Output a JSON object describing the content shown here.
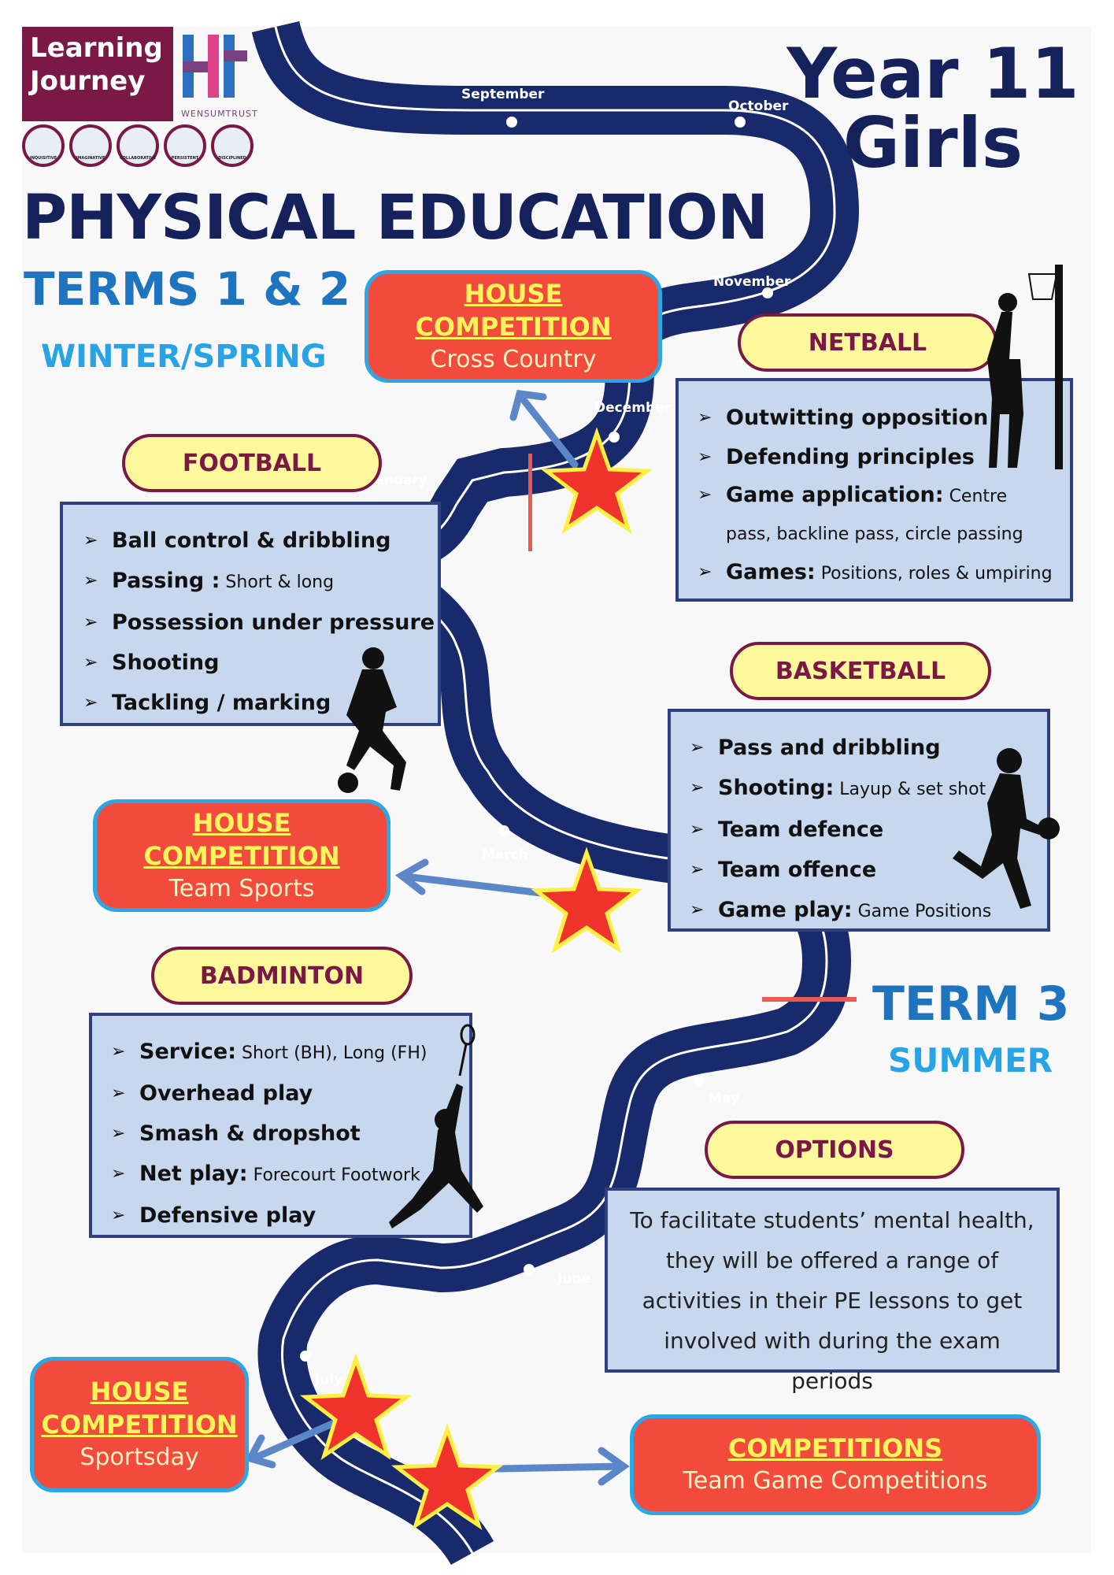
{
  "logo": {
    "line1": "Learning",
    "line2": "Journey",
    "trust_name": "WENSUMTRUST"
  },
  "values": [
    "INQUISITIVE",
    "IMAGINATIVE",
    "COLLABORATIVE",
    "PERSISTENT",
    "DISCIPLINED"
  ],
  "header": {
    "year_line1": "Year 11",
    "year_line2": "Girls",
    "title": "PHYSICAL EDUCATION",
    "terms": "TERMS 1 & 2",
    "season": "WINTER/SPRING",
    "term3": "TERM 3",
    "summer": "SUMMER"
  },
  "months": {
    "september": "September",
    "october": "October",
    "november": "November",
    "december": "December",
    "january": "January",
    "march": "March",
    "may": "May",
    "june": "June",
    "july": "July"
  },
  "competitions": {
    "cross_country": {
      "title": "HOUSE COMPETITION",
      "subtitle": "Cross Country"
    },
    "team_sports": {
      "title": "HOUSE COMPETITION",
      "subtitle": "Team Sports"
    },
    "sportsday": {
      "title_line1": "HOUSE",
      "title_line2": "COMPETITION",
      "subtitle": "Sportsday"
    },
    "competitions": {
      "title": "COMPETITIONS",
      "subtitle": "Team Game Competitions"
    }
  },
  "netball": {
    "label": "NETBALL",
    "items": [
      {
        "bold": "Outwitting opposition",
        "rest": ""
      },
      {
        "bold": "Defending principles",
        "rest": ""
      },
      {
        "bold": "Game application:",
        "rest": " Centre pass, backline pass, circle passing"
      },
      {
        "bold": "Games:",
        "rest": " Positions, roles & umpiring"
      }
    ]
  },
  "football": {
    "label": "FOOTBALL",
    "items": [
      {
        "bold": "Ball control & dribbling",
        "rest": ""
      },
      {
        "bold": "Passing :",
        "rest": " Short & long"
      },
      {
        "bold": "Possession under pressure",
        "rest": ""
      },
      {
        "bold": "Shooting",
        "rest": ""
      },
      {
        "bold": "Tackling / marking",
        "rest": ""
      }
    ]
  },
  "basketball": {
    "label": "BASKETBALL",
    "items": [
      {
        "bold": "Pass and dribbling",
        "rest": ""
      },
      {
        "bold": "Shooting:",
        "rest": " Layup & set shot"
      },
      {
        "bold": "Team defence",
        "rest": ""
      },
      {
        "bold": "Team offence",
        "rest": ""
      },
      {
        "bold": "Game play:",
        "rest": " Game Positions"
      }
    ]
  },
  "badminton": {
    "label": "BADMINTON",
    "items": [
      {
        "bold": "Service:",
        "rest": " Short (BH), Long (FH)"
      },
      {
        "bold": "Overhead play",
        "rest": ""
      },
      {
        "bold": "Smash & dropshot",
        "rest": ""
      },
      {
        "bold": "Net play:",
        "rest": " Forecourt Footwork"
      },
      {
        "bold": "Defensive play",
        "rest": ""
      }
    ]
  },
  "options": {
    "label": "OPTIONS",
    "text": "To facilitate students’ mental health, they will be offered a range of activities in their PE lessons to get involved with during the exam periods"
  },
  "colors": {
    "road": "#182a6b",
    "road_line": "#ffffff",
    "heading": "#14215a",
    "term_blue": "#1f74c0",
    "season_blue": "#27a3e6",
    "pill_fill": "#fef89c",
    "pill_border": "#7a1846",
    "panel_fill": "#c7d8ee",
    "comp_fill": "#f24a3d",
    "comp_border": "#2ba8e3",
    "star": "#f0322c",
    "star_edge": "#ffee44"
  }
}
